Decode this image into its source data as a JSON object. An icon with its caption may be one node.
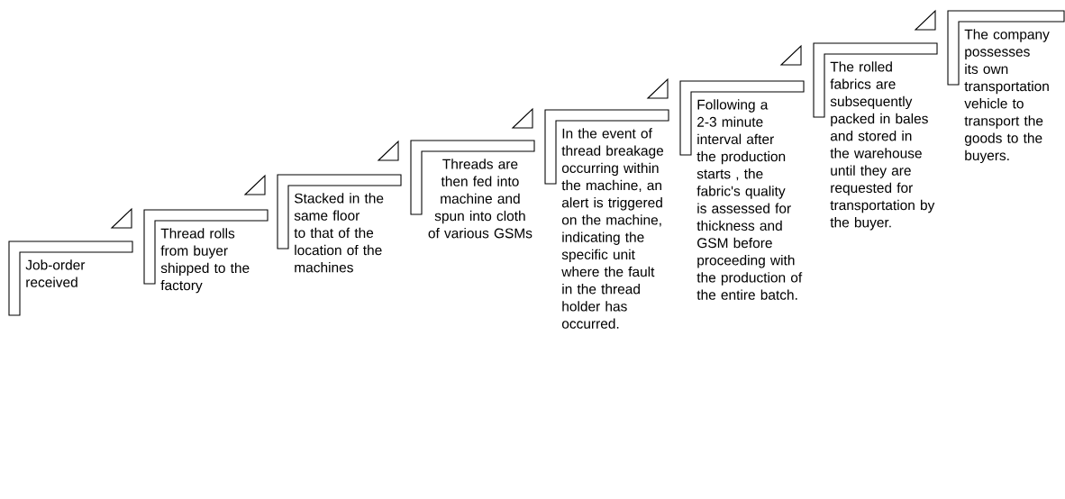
{
  "diagram": {
    "nodes": [
      {
        "text": [
          "Job-order received"
        ]
      },
      {
        "text": [
          "Thread rolls from buyer shipped to the factory"
        ]
      },
      {
        "text": [
          "Stacked in the same floor to that of the location of the machines"
        ]
      },
      {
        "text": [
          "Threads are then fed into machine and spun into cloth of various GSMs"
        ]
      },
      {
        "text": [
          "In the event of thread breakage occurring within the machine, an alert is triggered on the machine, indicating the specific unit where the fault in the thread holder has occurred."
        ]
      },
      {
        "text": [
          "Following a 2-3 minute interval after the production starts , the fabric's quality is assessed for thickness and GSM before proceeding with the production of the entire batch."
        ]
      },
      {
        "text": [
          "The rolled fabrics are subsequently packed in bales and stored in the warehouse until they are requested for transportation by the buyer."
        ]
      },
      {
        "text": [
          "The company possesses its own transportation vehicle to transport the goods to the buyers."
        ]
      }
    ],
    "edges": [
      {
        "from": 0,
        "to": 1,
        "arrow": "none"
      },
      {
        "from": 1,
        "to": 2,
        "arrow": "none"
      },
      {
        "from": 2,
        "to": 3,
        "arrow": "none"
      },
      {
        "from": 3,
        "to": 4,
        "arrow": "none"
      },
      {
        "from": 4,
        "to": 5,
        "arrow": "none"
      },
      {
        "from": 5,
        "to": 6,
        "arrow": "none"
      },
      {
        "from": 6,
        "to": 7,
        "arrow": "none"
      }
    ]
  }
}
